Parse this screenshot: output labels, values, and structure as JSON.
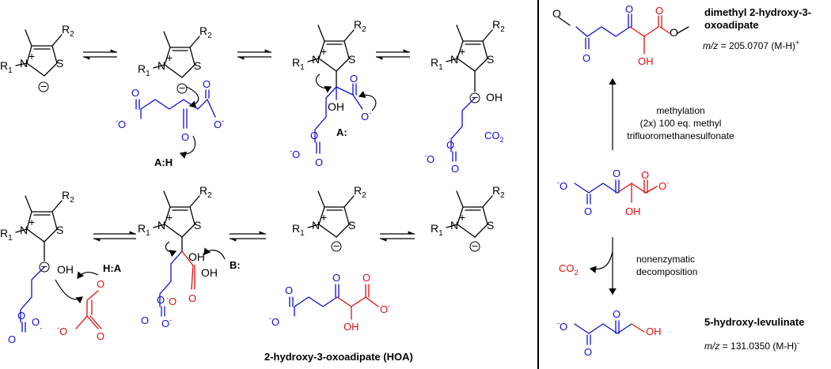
{
  "atoms": {
    "R1": "R",
    "R1_sub": "1",
    "R2": "R",
    "R2_sub": "2",
    "N": "N",
    "plus": "+",
    "S": "S",
    "minus": "−",
    "O": "O",
    "OH": "OH",
    "Ominus": "O",
    "minus_sup": "-",
    "CO2": "CO",
    "CO2_sub": "2"
  },
  "labels": {
    "A_H": "A:H",
    "A": "A:",
    "H_A": "H:A",
    "B": "B:",
    "HOA": "2-hydroxy-3-oxoadipate (HOA)"
  },
  "right_panel": {
    "dimethyl_name_line1": "dimethyl 2-hydroxy-3-",
    "dimethyl_name_line2": "oxoadipate",
    "dimethyl_mz_prefix": "m/z",
    "dimethyl_mz_value": " = 205.0707 (M-H)",
    "dimethyl_mz_sup": "+",
    "methylation_line1": "methylation",
    "methylation_line2": "(2x) 100 eq. methyl",
    "methylation_line3": "trifluoromethanesulfonate",
    "decomp_line1": "nonenzymatic",
    "decomp_line2": "decomposition",
    "levulinate_name": "5-hydroxy-levulinate",
    "levulinate_mz_prefix": "m/z",
    "levulinate_mz_value": " = 131.0350 (M-H)",
    "levulinate_mz_sup": "-"
  }
}
